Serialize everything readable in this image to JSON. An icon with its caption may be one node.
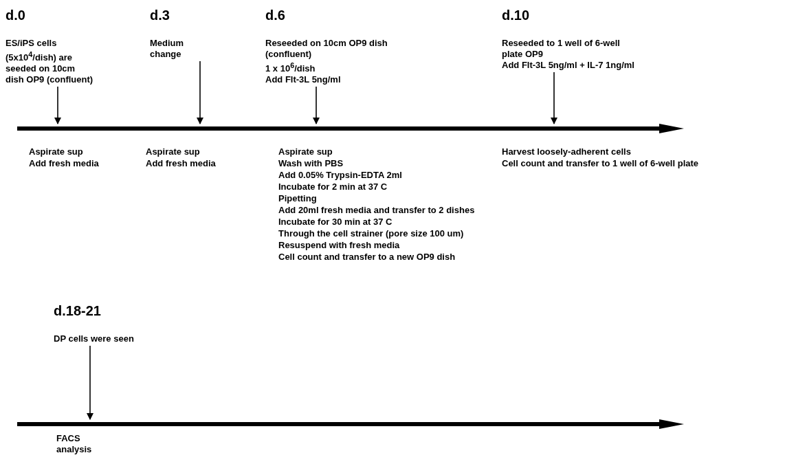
{
  "diagram": {
    "nodes": [
      {
        "text": [
          "d.0",
          "ES/iPS cells (5x10$^{4}$/dish) are seeded on 10cm dish OP9 (confluent)"
        ],
        "beside": [
          "Aspirate sup",
          "Add fresh media"
        ]
      },
      {
        "text": [
          "d.3",
          "Medium change"
        ],
        "beside": [
          "Aspirate sup",
          "Add fresh media"
        ]
      },
      {
        "text": [
          "d.6",
          "Reseeded on 10cm OP9 dish (confluent)",
          "1 x 10$^{6}$/dish",
          "Add Flt-3L 5ng/ml"
        ],
        "beside": [
          "Aspirate sup",
          "Wash with PBS",
          "Add 0.05% Trypsin-EDTA 2ml",
          "Incubate for 2 min at 37 C",
          "Pipetting",
          "Add 20ml fresh media and transfer to 2 dishes",
          "Incubate for 30 min at 37 C",
          "Through the cell strainer (pore size 100 um)",
          "Resuspend with fresh media",
          "Cell count and transfer to a new OP9 dish"
        ]
      },
      {
        "text": [
          "d.10",
          "Reseeded to 1 well of 6-well plate OP9",
          "Add Flt-3L 5ng/ml + IL-7 1ng/ml"
        ],
        "beside": [
          "Harvest loosely-adherent cells",
          "Cell count and transfer to 1 well of 6-well plate"
        ]
      },
      {
        "text": [],
        "shape": "bar"
      },
      {
        "text": [
          "d.18-21",
          "DP cells were seen"
        ]
      },
      {
        "text": [],
        "shape": "bar"
      }
    ],
    "edges": [
      {
        "from": 0,
        "to": 4,
        "arrow": "to"
      },
      {
        "from": 1,
        "to": 4,
        "arrow": "to"
      },
      {
        "from": 2,
        "to": 4,
        "arrow": "to"
      },
      {
        "from": 3,
        "to": 4,
        "arrow": "to"
      },
      {
        "from": 5,
        "to": 6,
        "arrow": "to"
      }
    ],
    "labels": [
      "FACS analysis"
    ]
  }
}
